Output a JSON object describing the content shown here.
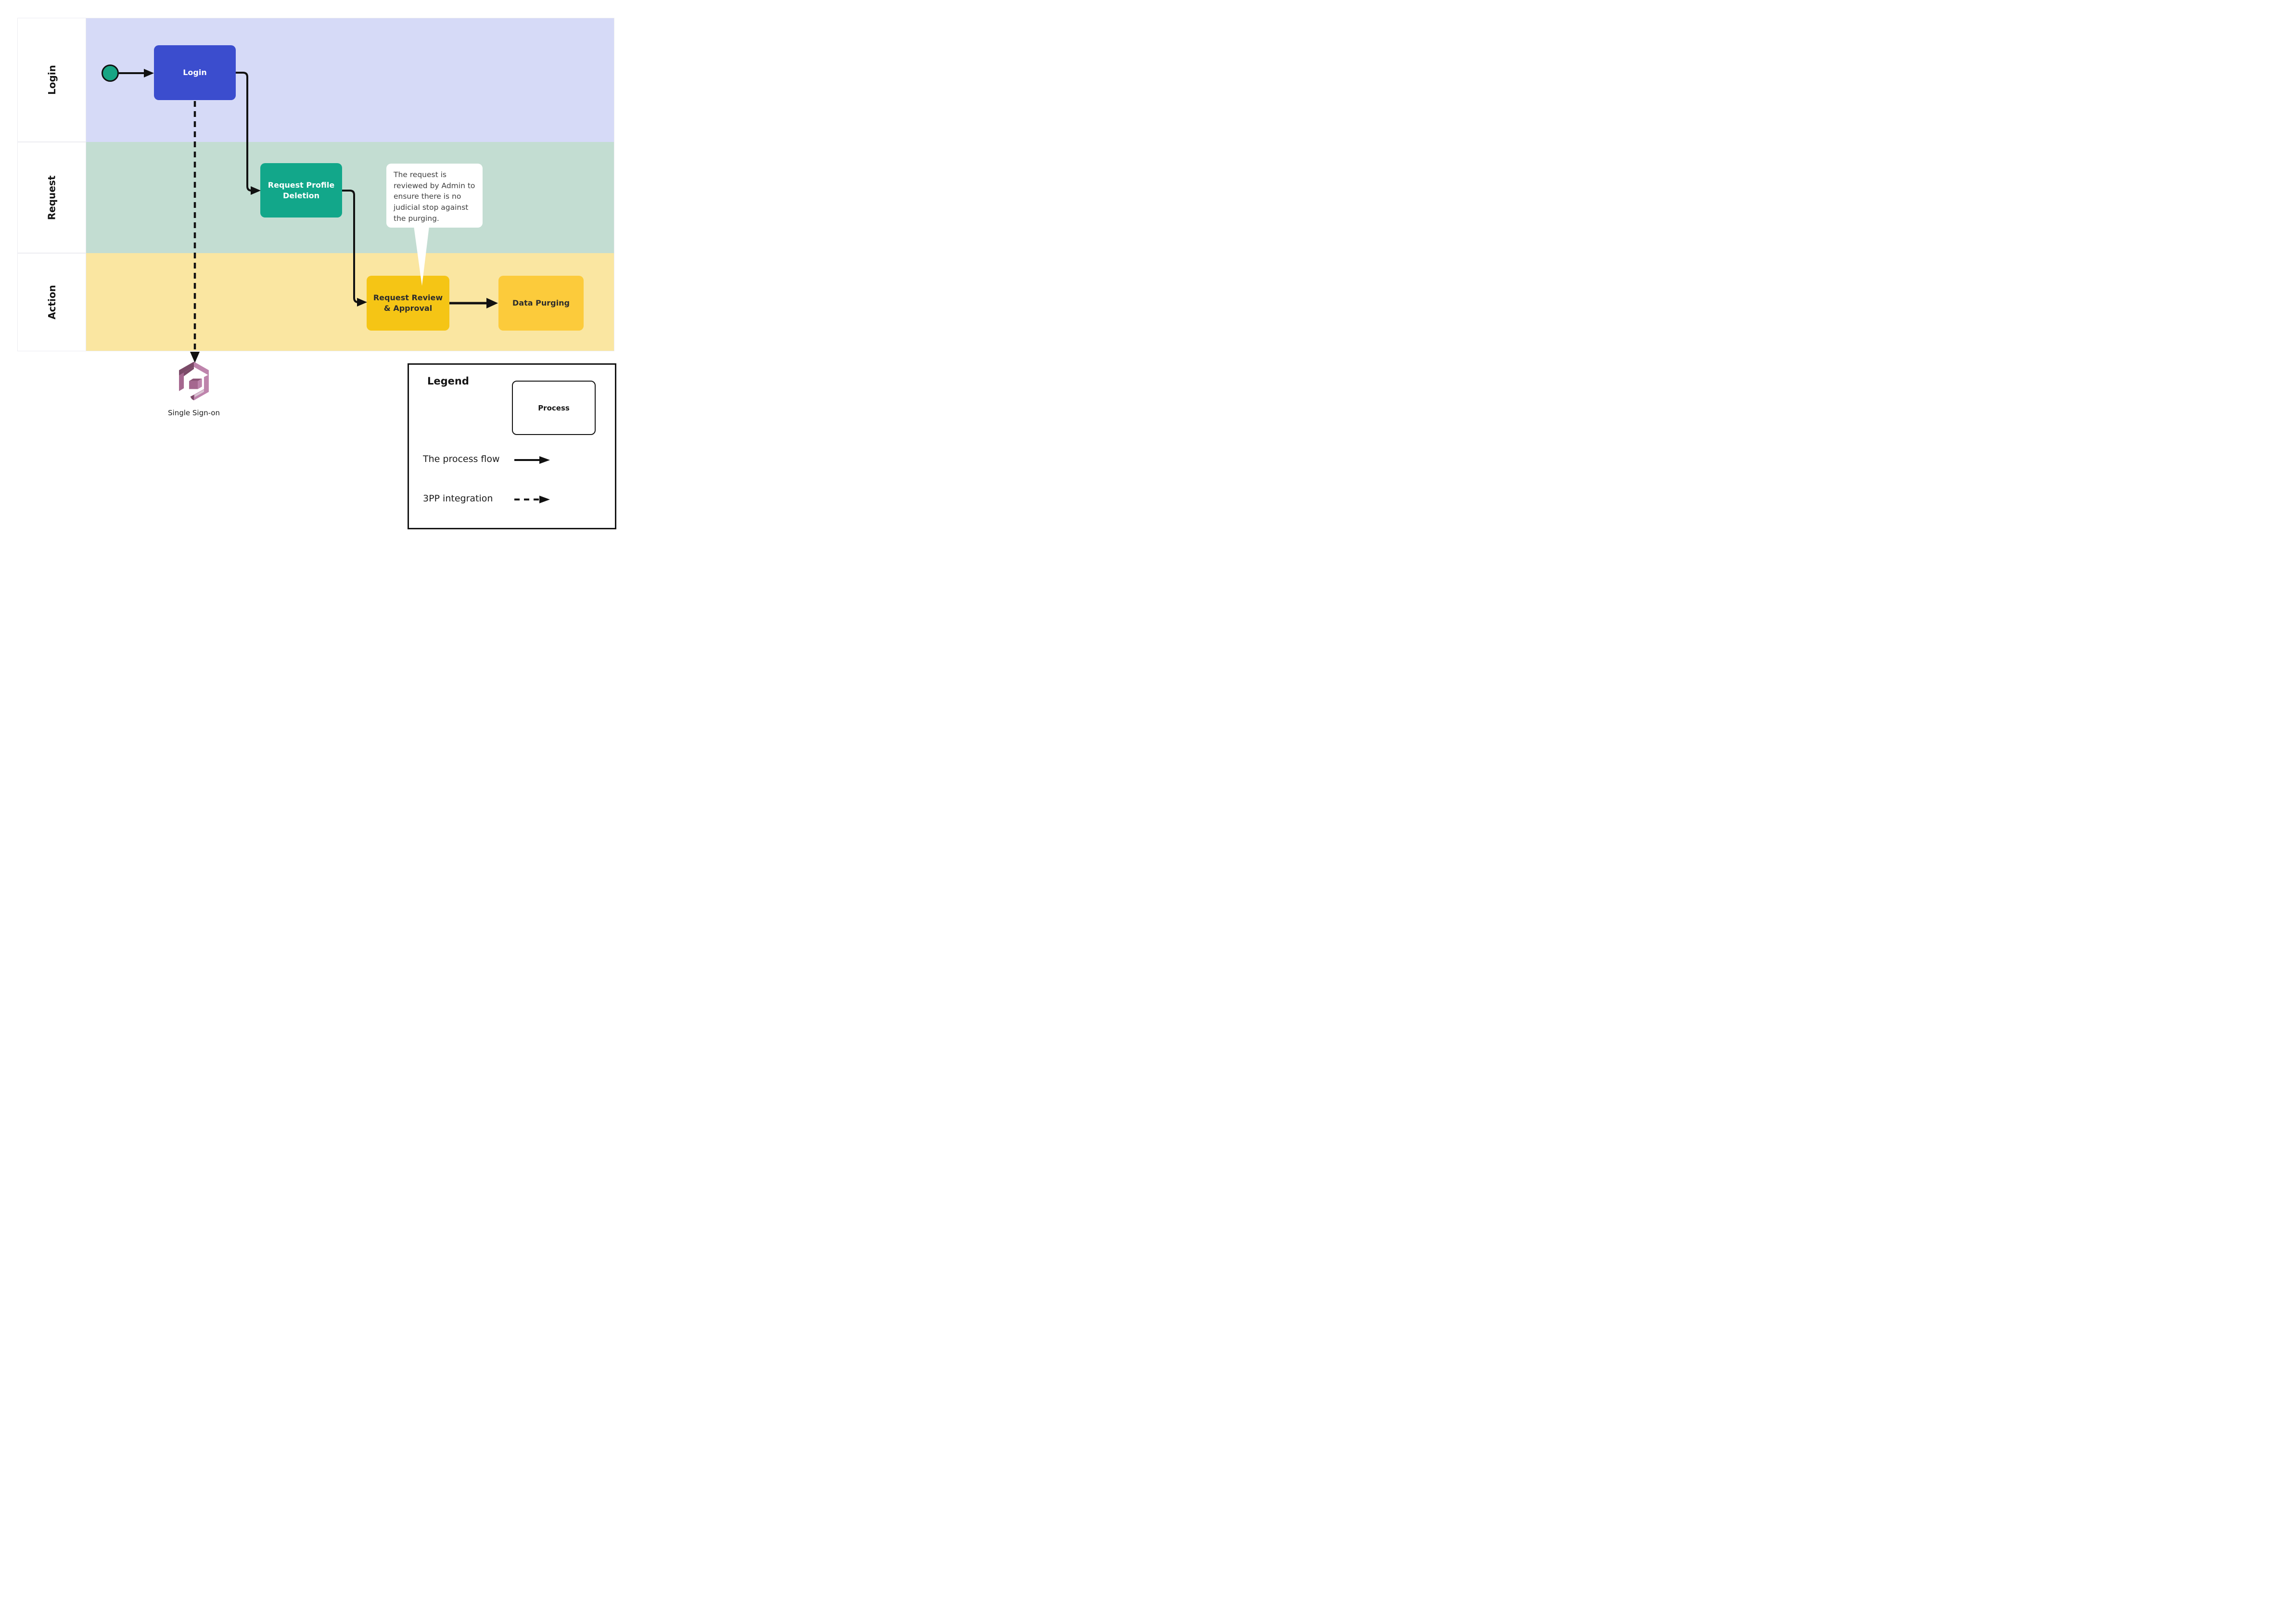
{
  "diagram": {
    "lanes": [
      {
        "label": "Login",
        "bg": "#d6daf7"
      },
      {
        "label": "Request",
        "bg": "#c3ddd2"
      },
      {
        "label": "Action",
        "bg": "#fae6a1"
      }
    ],
    "start_marker": {
      "color": "#17a584"
    },
    "nodes": {
      "login": {
        "label": "Login",
        "bg": "#3b4dce",
        "text_color": "#ffffff"
      },
      "request_profile_deletion": {
        "label": "Request Profile Deletion",
        "bg": "#12a78a",
        "text_color": "#ffffff"
      },
      "request_review_approval": {
        "label": "Request Review & Approval",
        "bg": "#f5c515",
        "text_color": "#2c2c2c"
      },
      "data_purging": {
        "label": "Data Purging",
        "bg": "#fccb3b",
        "text_color": "#2c2c2c"
      }
    },
    "callout": {
      "text": "The request is reviewed by Admin to ensure there is no judicial stop against the purging."
    },
    "external_system": {
      "label": "Single Sign-on",
      "icon": "aws-single-sign-on-cube",
      "icon_colors": {
        "dark": "#7b4a68",
        "mid": "#a5678f",
        "light": "#be84ac",
        "pale": "#d9c4d2"
      }
    },
    "line_color": "#111111"
  },
  "legend": {
    "title": "Legend",
    "process_label": "Process",
    "items": [
      {
        "label": "The process flow",
        "line_style": "solid"
      },
      {
        "label": "3PP integration",
        "line_style": "dashed"
      }
    ]
  }
}
